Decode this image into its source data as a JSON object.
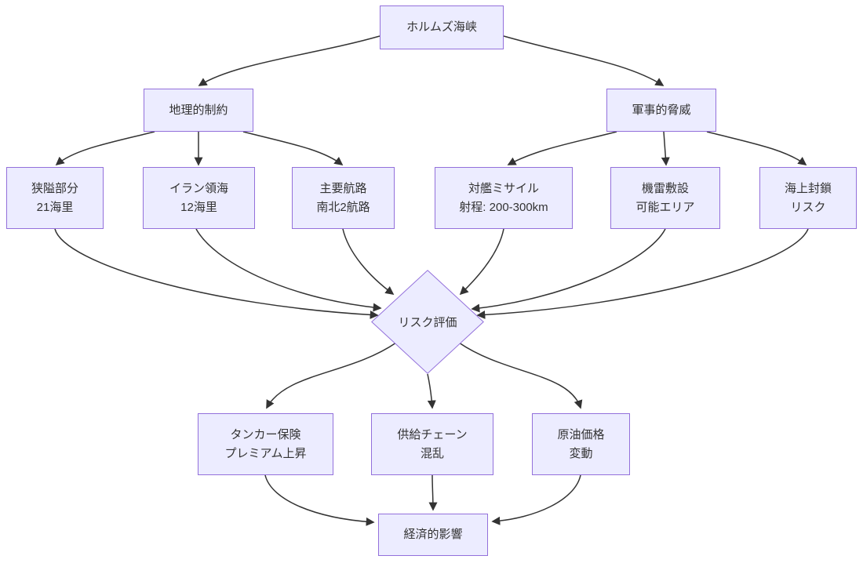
{
  "diagram": {
    "type": "flowchart",
    "direction": "top-down",
    "nodes": {
      "strait": {
        "label": "ホルムズ海峡",
        "shape": "rect"
      },
      "geo": {
        "label": "地理的制約",
        "shape": "rect"
      },
      "mil": {
        "label": "軍事的脅威",
        "shape": "rect"
      },
      "narrow": {
        "line1": "狭隘部分",
        "line2": "21海里",
        "shape": "rect"
      },
      "iran": {
        "line1": "イラン領海",
        "line2": "12海里",
        "shape": "rect"
      },
      "route": {
        "line1": "主要航路",
        "line2": "南北2航路",
        "shape": "rect"
      },
      "missile": {
        "line1": "対艦ミサイル",
        "line2": "射程: 200-300km",
        "shape": "rect"
      },
      "mine": {
        "line1": "機雷敷設",
        "line2": "可能エリア",
        "shape": "rect"
      },
      "blockade": {
        "line1": "海上封鎖",
        "line2": "リスク",
        "shape": "rect"
      },
      "risk": {
        "label": "リスク評価",
        "shape": "diamond"
      },
      "tanker": {
        "line1": "タンカー保険",
        "line2": "プレミアム上昇",
        "shape": "rect"
      },
      "supply": {
        "line1": "供給チェーン",
        "line2": "混乱",
        "shape": "rect"
      },
      "oil": {
        "line1": "原油価格",
        "line2": "変動",
        "shape": "rect"
      },
      "econ": {
        "label": "経済的影響",
        "shape": "rect"
      }
    },
    "edges": [
      {
        "from": "strait",
        "to": "geo"
      },
      {
        "from": "strait",
        "to": "mil"
      },
      {
        "from": "geo",
        "to": "narrow"
      },
      {
        "from": "geo",
        "to": "iran"
      },
      {
        "from": "geo",
        "to": "route"
      },
      {
        "from": "mil",
        "to": "missile"
      },
      {
        "from": "mil",
        "to": "mine"
      },
      {
        "from": "mil",
        "to": "blockade"
      },
      {
        "from": "narrow",
        "to": "risk"
      },
      {
        "from": "iran",
        "to": "risk"
      },
      {
        "from": "route",
        "to": "risk"
      },
      {
        "from": "missile",
        "to": "risk"
      },
      {
        "from": "mine",
        "to": "risk"
      },
      {
        "from": "blockade",
        "to": "risk"
      },
      {
        "from": "risk",
        "to": "tanker"
      },
      {
        "from": "risk",
        "to": "supply"
      },
      {
        "from": "risk",
        "to": "oil"
      },
      {
        "from": "tanker",
        "to": "econ"
      },
      {
        "from": "supply",
        "to": "econ"
      },
      {
        "from": "oil",
        "to": "econ"
      }
    ],
    "colors": {
      "node_fill": "#ECECFF",
      "node_border": "#9370DB",
      "edge": "#333333",
      "text": "#333333",
      "background": "#FFFFFF"
    }
  }
}
